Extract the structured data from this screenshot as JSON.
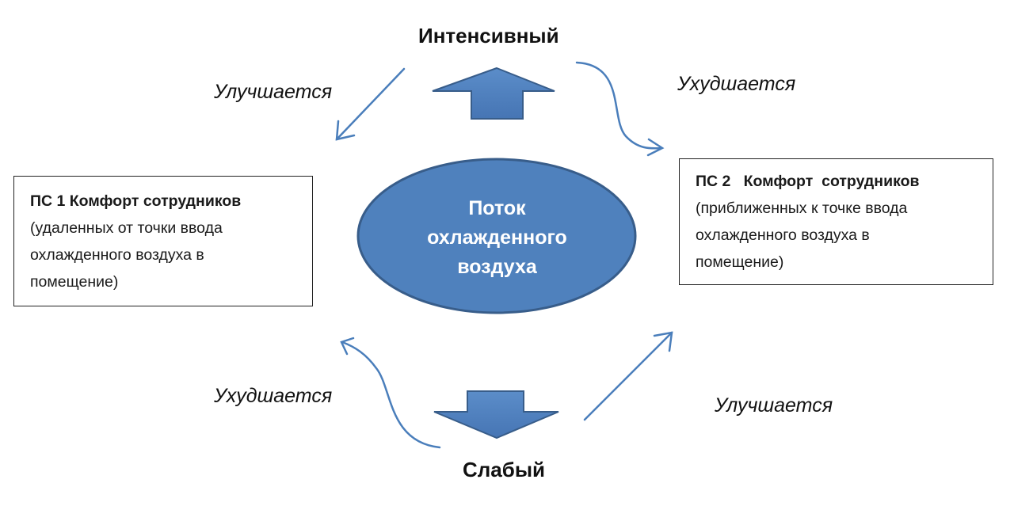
{
  "top_label": "Интенсивный",
  "bottom_label": "Слабый",
  "center": {
    "line1": "Поток",
    "line2": "охлажденного",
    "line3": "воздуха"
  },
  "box_left": {
    "title": "ПС 1  Комфорт сотрудников",
    "line1": "(удаленных от точки ввода",
    "line2": "охлажденного воздуха в",
    "line3": "помещение)"
  },
  "box_right": {
    "title": "ПС 2   Комфорт  сотрудников",
    "line1": "(приближенных к точке ввода",
    "line2": "охлажденного воздуха в",
    "line3": "помещение)"
  },
  "arrows": {
    "top_left": "Улучшается",
    "top_right": "Ухудшается",
    "bottom_left": "Ухудшается",
    "bottom_right": "Улучшается"
  },
  "colors": {
    "ellipse_fill": "#4f81bd",
    "ellipse_stroke": "#385d8a",
    "arrow_line": "#4a7ebb"
  }
}
